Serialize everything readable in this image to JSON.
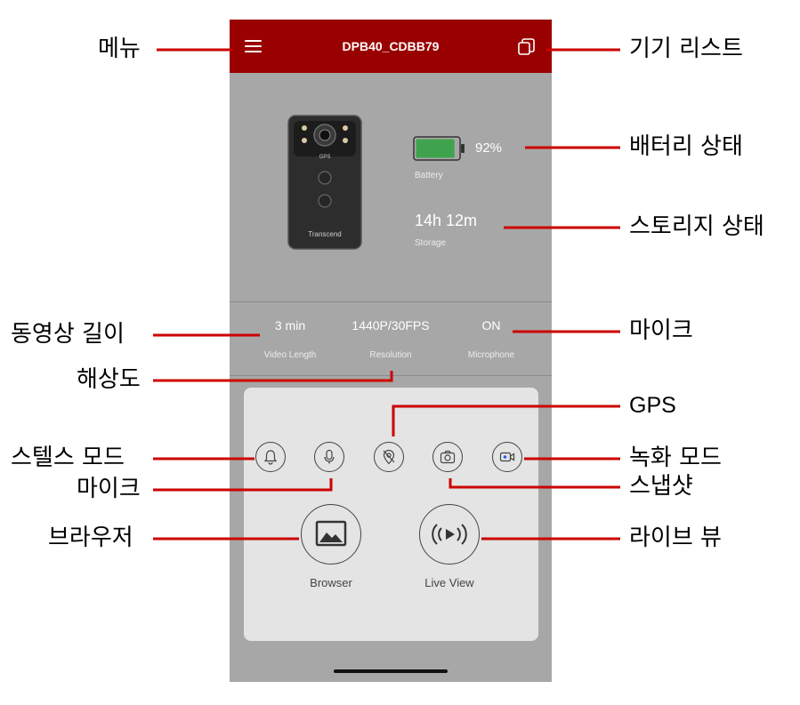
{
  "app": {
    "device_name": "DPB40_CDBB79",
    "menu_icon": "hamburger-menu-icon",
    "device_list_icon": "device-list-icon"
  },
  "status": {
    "battery": {
      "percent": 92,
      "percent_text": "92%",
      "label": "Battery"
    },
    "storage": {
      "value": "14h 12m",
      "label": "Storage"
    }
  },
  "device_image": {
    "brand": "Transcend",
    "gps_text": "GPS"
  },
  "specs": {
    "video_length": {
      "value": "3 min",
      "label": "Video Length"
    },
    "resolution": {
      "value": "1440P/30FPS",
      "label": "Resolution"
    },
    "microphone": {
      "value": "ON",
      "label": "Microphone"
    }
  },
  "mode_buttons": [
    {
      "name": "stealth-mode",
      "icon": "bell-icon"
    },
    {
      "name": "microphone",
      "icon": "microphone-icon"
    },
    {
      "name": "gps",
      "icon": "location-off-icon"
    },
    {
      "name": "snapshot",
      "icon": "camera-icon"
    },
    {
      "name": "record-mode",
      "icon": "video-camera-icon"
    }
  ],
  "big_buttons": {
    "browser": {
      "label": "Browser",
      "icon": "image-gallery-icon"
    },
    "live_view": {
      "label": "Live View",
      "icon": "live-stream-play-icon"
    }
  },
  "annotations": {
    "menu": "메뉴",
    "device_list": "기기 리스트",
    "battery_status": "배터리 상태",
    "storage_status": "스토리지 상태",
    "video_length": "동영상 길이",
    "microphone_top": "마이크",
    "resolution": "해상도",
    "gps": "GPS",
    "stealth_mode": "스텔스 모드",
    "record_mode": "녹화 모드",
    "microphone_button": "마이크",
    "snapshot": "스냅샷",
    "browser": "브라우저",
    "live_view": "라이브 뷰"
  },
  "colors": {
    "title_bar": "#990000",
    "background": "#a7a7a7",
    "battery_fill": "#3fa34d",
    "callout_line": "#cc0000"
  }
}
